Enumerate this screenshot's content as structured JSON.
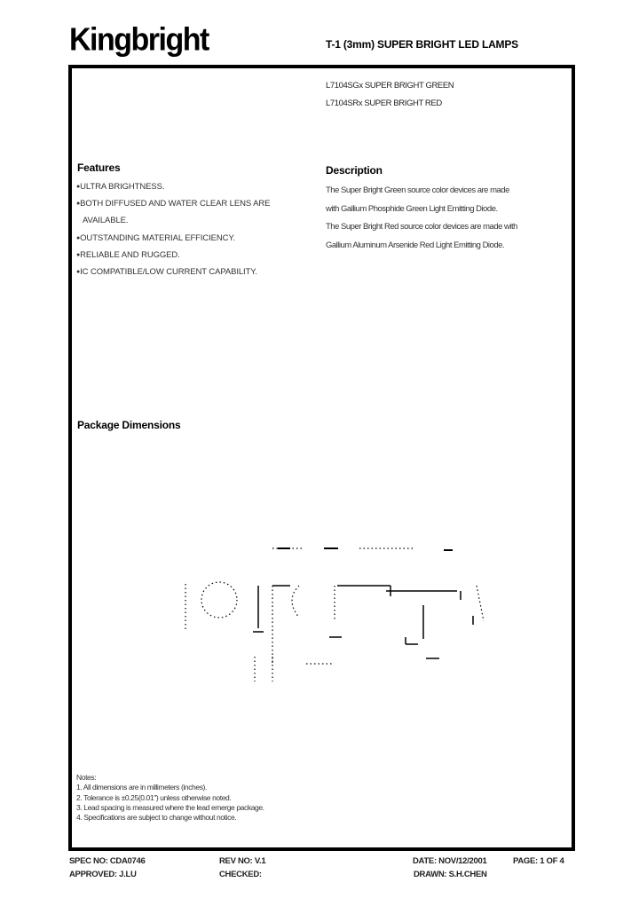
{
  "header": {
    "brand": "Kingbright",
    "title": "T-1 (3mm) SUPER BRIGHT LED LAMPS"
  },
  "parts": [
    "L7104SGx SUPER BRIGHT GREEN",
    "L7104SRx SUPER BRIGHT RED"
  ],
  "features": {
    "heading": "Features",
    "items": [
      {
        "text": "ULTRA BRIGHTNESS."
      },
      {
        "text": "BOTH DIFFUSED AND WATER CLEAR LENS ARE",
        "continuation": "AVAILABLE."
      },
      {
        "text": "OUTSTANDING MATERIAL EFFICIENCY."
      },
      {
        "text": "RELIABLE AND RUGGED."
      },
      {
        "text": "IC COMPATIBLE/LOW CURRENT CAPABILITY."
      }
    ],
    "bullet": "●"
  },
  "description": {
    "heading": "Description",
    "lines": [
      "The Super Bright Green source color devices are made",
      "with Gallium Phosphide Green Light Emitting Diode.",
      "The Super Bright Red source color devices are made with",
      "Gallium Aluminum Arsenide Red Light Emitting Diode."
    ]
  },
  "package": {
    "heading": "Package Dimensions"
  },
  "notes": {
    "heading": "Notes:",
    "items": [
      "1. All dimensions are in millimeters (inches).",
      "2. Tolerance is ±0.25(0.01\") unless otherwise noted.",
      "3. Lead spacing is measured where the lead emerge package.",
      "4. Specifications are subject to change without notice."
    ]
  },
  "footer": {
    "spec_no": "SPEC NO: CDA0746",
    "rev_no": "REV NO: V.1",
    "date": "DATE: NOV/12/2001",
    "page": "PAGE:  1 OF 4",
    "approved": "APPROVED: J.LU",
    "checked": "CHECKED:",
    "drawn": "DRAWN: S.H.CHEN"
  }
}
